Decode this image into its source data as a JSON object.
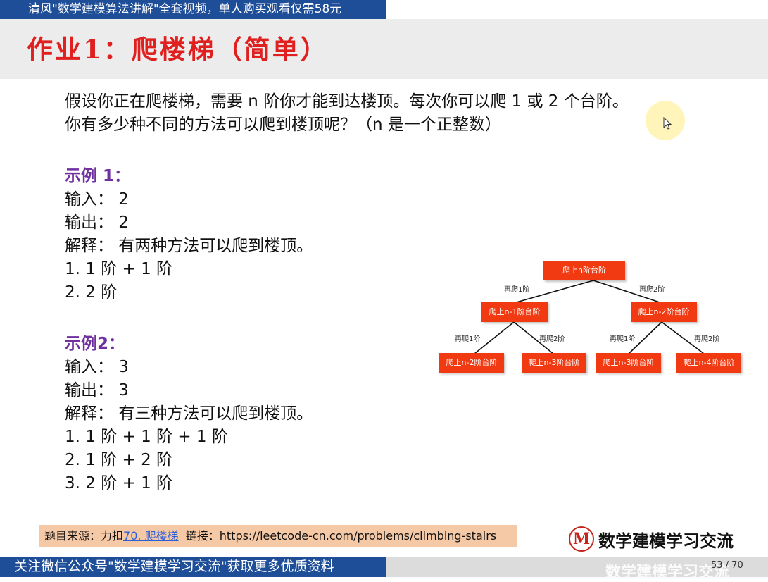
{
  "top_banner": "清风\"数学建模算法讲解\"全套视频，单人购买观看仅需58元",
  "title": "作业1：爬楼梯（简单）",
  "problem": [
    "假设你正在爬楼梯，需要 n 阶你才能到达楼顶。每次你可以爬 1 或 2 个台阶。",
    "你有多少种不同的方法可以爬到楼顶呢？（n 是一个正整数）"
  ],
  "example1": {
    "heading": "示例 1：",
    "input": "输入： 2",
    "output": "输出： 2",
    "explain": "解释： 有两种方法可以爬到楼顶。",
    "ways": [
      "1. 1 阶 + 1 阶",
      "2. 2 阶"
    ]
  },
  "example2": {
    "heading": "示例2：",
    "input": "输入： 3",
    "output": "输出： 3",
    "explain": "解释： 有三种方法可以爬到楼顶。",
    "ways": [
      "1. 1 阶 + 1 阶 + 1 阶",
      "2. 1 阶 + 2 阶",
      "3. 2 阶 + 1 阶"
    ]
  },
  "tree": {
    "root": "爬上n阶台阶",
    "left": "爬上n-1阶台阶",
    "right": "爬上n-2阶台阶",
    "ll": "爬上n-2阶台阶",
    "lr": "爬上n-3阶台阶",
    "rl": "爬上n-3阶台阶",
    "rr": "爬上n-4阶台阶",
    "edge1": "再爬1阶",
    "edge2": "再爬2阶"
  },
  "source": {
    "prefix": "题目来源：力扣",
    "link_text": "70. 爬楼梯",
    "link_label": "链接：",
    "url": "https://leetcode-cn.com/problems/climbing-stairs"
  },
  "brand": {
    "logo": "M",
    "name": "数学建模学习交流"
  },
  "bottom_banner": "关注微信公众号\"数学建模学习交流\"获取更多优质资料",
  "watermark": "数学建模学习交流",
  "page_number": "53 / 70"
}
